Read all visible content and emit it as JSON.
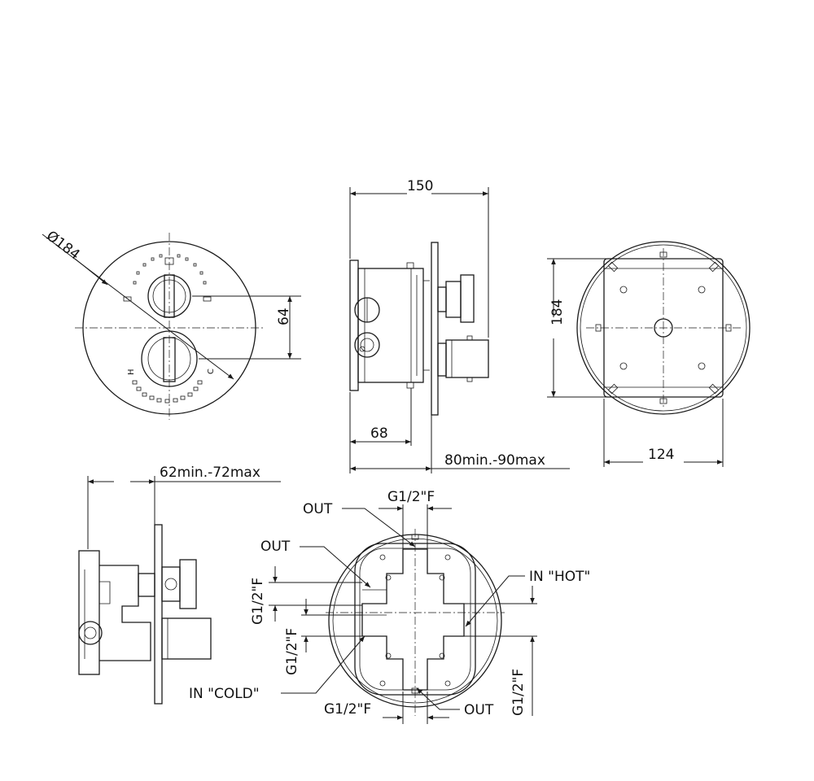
{
  "labels": {
    "dia_184": "Ø184",
    "dim_64": "64",
    "dim_150": "150",
    "dim_68": "68",
    "dim_80_90": "80min.-90max",
    "dim_184": "184",
    "dim_124": "124",
    "dim_62_72": "62min.-72max",
    "h_mark": "H",
    "c_mark": "C"
  },
  "ports": {
    "out_top": "OUT",
    "out_left": "OUT",
    "out_bottom": "OUT",
    "in_hot": "IN \"HOT\"",
    "in_cold": "IN \"COLD\"",
    "g12_top": "G1/2\"F",
    "g12_bottom": "G1/2\"F",
    "g12_left_upper": "G1/2\"F",
    "g12_left_lower": "G1/2\"F",
    "g12_right": "G1/2\"F"
  }
}
